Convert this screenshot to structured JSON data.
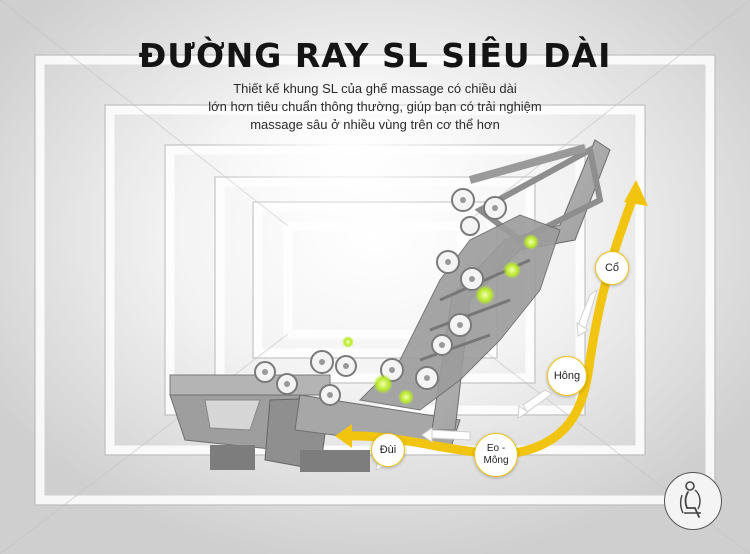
{
  "header": {
    "title": "ĐƯỜNG RAY SL SIÊU DÀI",
    "description_lines": [
      "Thiết kế khung SL của ghế massage có chiều dài",
      "lớn hơn tiêu chuẩn thông thường, giúp bạn có trải nghiệm",
      "massage sâu ở nhiều vùng trên cơ thể hơn"
    ]
  },
  "zones": {
    "neck": "Cổ",
    "hip": "Hông",
    "waist_line1": "Eo -",
    "waist_line2": "Mông",
    "thigh": "Đùi"
  },
  "colors": {
    "accent": "#f1c40f",
    "frame": "#a9a9a9",
    "background": "#e9e9e9",
    "roller_glow": "#c6f03a"
  },
  "icons": {
    "badge": "seated-body-icon"
  }
}
